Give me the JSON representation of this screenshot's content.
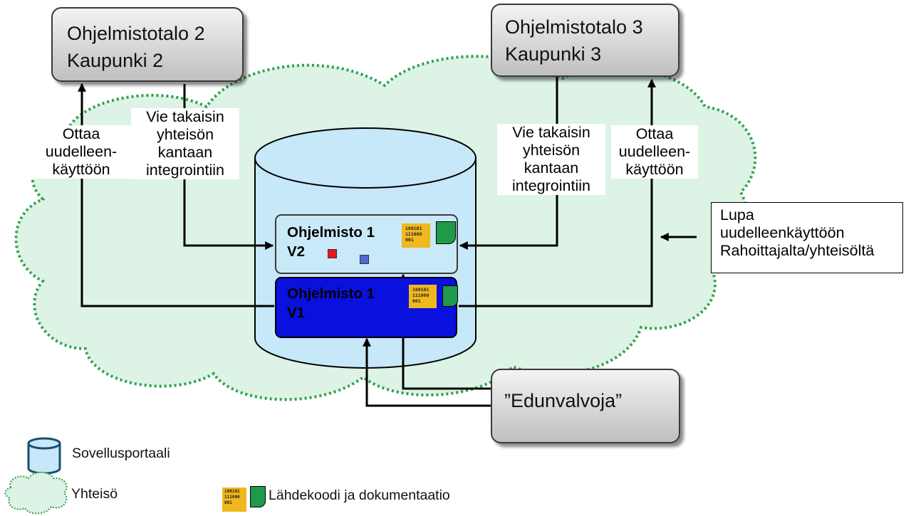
{
  "company2": {
    "line1": "Ohjelmistotalo 2",
    "line2": "Kaupunki 2"
  },
  "company3": {
    "line1": "Ohjelmistotalo 3",
    "line2": "Kaupunki 3"
  },
  "advocate": {
    "label": "”Edunvalvoja”"
  },
  "labels": {
    "reuse_left": [
      "Ottaa",
      "uudelleen-",
      "käyttöön"
    ],
    "return_left": [
      "Vie takaisin",
      "yhteisön",
      "kantaan",
      "integrointiin"
    ],
    "return_right": [
      "Vie takaisin",
      "yhteisön",
      "kantaan",
      "integrointiin"
    ],
    "reuse_right": [
      "Ottaa",
      "uudelleen-",
      "käyttöön"
    ],
    "permission": [
      "Lupa",
      "uudelleenkäyttöön",
      "Rahoittajalta/yhteisöltä"
    ]
  },
  "software_v2": {
    "name": "Ohjelmisto 1",
    "version": "V2"
  },
  "software_v1": {
    "name": "Ohjelmisto 1",
    "version": "V1"
  },
  "code_icon_lines": [
    "100101",
    "111000",
    "001"
  ],
  "legend": {
    "portal": "Sovellusportaali",
    "community": "Yhteisö",
    "source": "Lähdekoodi ja dokumentaatio"
  },
  "colors": {
    "cloud_fill": "#dcf3e5",
    "cloud_border": "#2ea04a",
    "portal_fill": "#c7e8f8",
    "v2_fill": "#c9e9f8",
    "v1_fill": "#0a10dd",
    "red_square": "#e81717",
    "blue_square": "#5369d6",
    "code_icon": "#f0b81e",
    "doc_icon": "#1f9a4a"
  }
}
